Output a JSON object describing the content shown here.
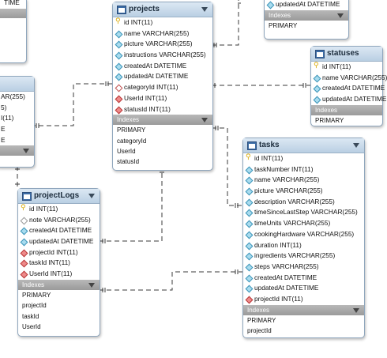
{
  "projects": {
    "title": "projects",
    "fields": [
      {
        "icon": "key",
        "text": "id INT(11)"
      },
      {
        "icon": "col",
        "text": "name VARCHAR(255)"
      },
      {
        "icon": "col",
        "text": "picture VARCHAR(255)"
      },
      {
        "icon": "col",
        "text": "instructions VARCHAR(255)"
      },
      {
        "icon": "col",
        "text": "createdAt DATETIME"
      },
      {
        "icon": "col",
        "text": "updatedAt DATETIME"
      },
      {
        "icon": "nnfk",
        "text": "categoryId INT(11)"
      },
      {
        "icon": "fk",
        "text": "UserId INT(11)"
      },
      {
        "icon": "fk",
        "text": "statusId INT(11)"
      }
    ],
    "indexes_label": "Indexes",
    "indexes": [
      "PRIMARY",
      "categoryId",
      "UserId",
      "statusId"
    ]
  },
  "tasks": {
    "title": "tasks",
    "fields": [
      {
        "icon": "key",
        "text": "id INT(11)"
      },
      {
        "icon": "col",
        "text": "taskNumber INT(11)"
      },
      {
        "icon": "col",
        "text": "name VARCHAR(255)"
      },
      {
        "icon": "col",
        "text": "picture VARCHAR(255)"
      },
      {
        "icon": "col",
        "text": "description VARCHAR(255)"
      },
      {
        "icon": "col",
        "text": "timeSinceLastStep VARCHAR(255)"
      },
      {
        "icon": "col",
        "text": "timeUnits VARCHAR(255)"
      },
      {
        "icon": "col",
        "text": "cookingHardware VARCHAR(255)"
      },
      {
        "icon": "col",
        "text": "duration INT(11)"
      },
      {
        "icon": "col",
        "text": "ingredients VARCHAR(255)"
      },
      {
        "icon": "col",
        "text": "steps VARCHAR(255)"
      },
      {
        "icon": "col",
        "text": "createdAt DATETIME"
      },
      {
        "icon": "col",
        "text": "updatedAt DATETIME"
      },
      {
        "icon": "fk",
        "text": "projectId INT(11)"
      }
    ],
    "indexes_label": "Indexes",
    "indexes": [
      "PRIMARY",
      "projectId"
    ]
  },
  "projectLogs": {
    "title": "projectLogs",
    "fields": [
      {
        "icon": "key",
        "text": "id INT(11)"
      },
      {
        "icon": "nn",
        "text": "note VARCHAR(255)"
      },
      {
        "icon": "col",
        "text": "createdAt DATETIME"
      },
      {
        "icon": "col",
        "text": "updatedAt DATETIME"
      },
      {
        "icon": "fk",
        "text": "projectId INT(11)"
      },
      {
        "icon": "fk",
        "text": "taskId INT(11)"
      },
      {
        "icon": "fk",
        "text": "UserId INT(11)"
      }
    ],
    "indexes_label": "Indexes",
    "indexes": [
      "PRIMARY",
      "projectId",
      "taskId",
      "UserId"
    ]
  },
  "statuses": {
    "title": "statuses",
    "fields": [
      {
        "icon": "key",
        "text": "id INT(11)"
      },
      {
        "icon": "col",
        "text": "name VARCHAR(255)"
      },
      {
        "icon": "col",
        "text": "createdAt DATETIME"
      },
      {
        "icon": "col",
        "text": "updatedAt DATETIME"
      }
    ],
    "indexes_label": "Indexes",
    "indexes": [
      "PRIMARY"
    ]
  },
  "categories_partial": {
    "fields": [
      {
        "icon": "col",
        "text": "updatedAt DATETIME"
      }
    ],
    "indexes_label": "Indexes",
    "indexes": [
      "PRIMARY"
    ]
  },
  "left_top_partial": {
    "fields": [
      {
        "text": "TIME"
      }
    ]
  },
  "left_mid_partial": {
    "fields": [
      {
        "text": "AR(255)"
      },
      {
        "text": "5)"
      },
      {
        "text": "I(11)"
      },
      {
        "text": "E"
      },
      {
        "text": "E"
      }
    ]
  }
}
